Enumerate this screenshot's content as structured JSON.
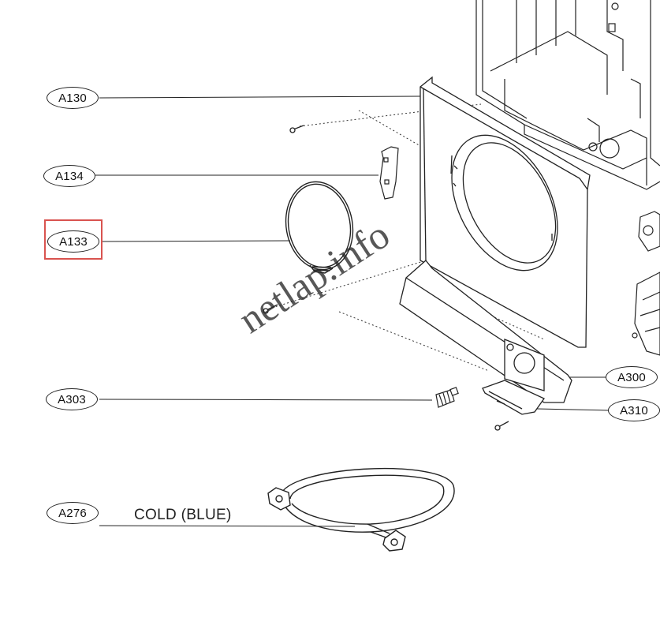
{
  "labels": {
    "a130": "A130",
    "a134": "A134",
    "a133": "A133",
    "a303": "A303",
    "a276": "A276",
    "a300": "A300",
    "a310": "A310"
  },
  "note": "COLD (BLUE)",
  "watermark": "netlap.info",
  "highlight_color": "#d9534f",
  "highlighted_part": "A133"
}
